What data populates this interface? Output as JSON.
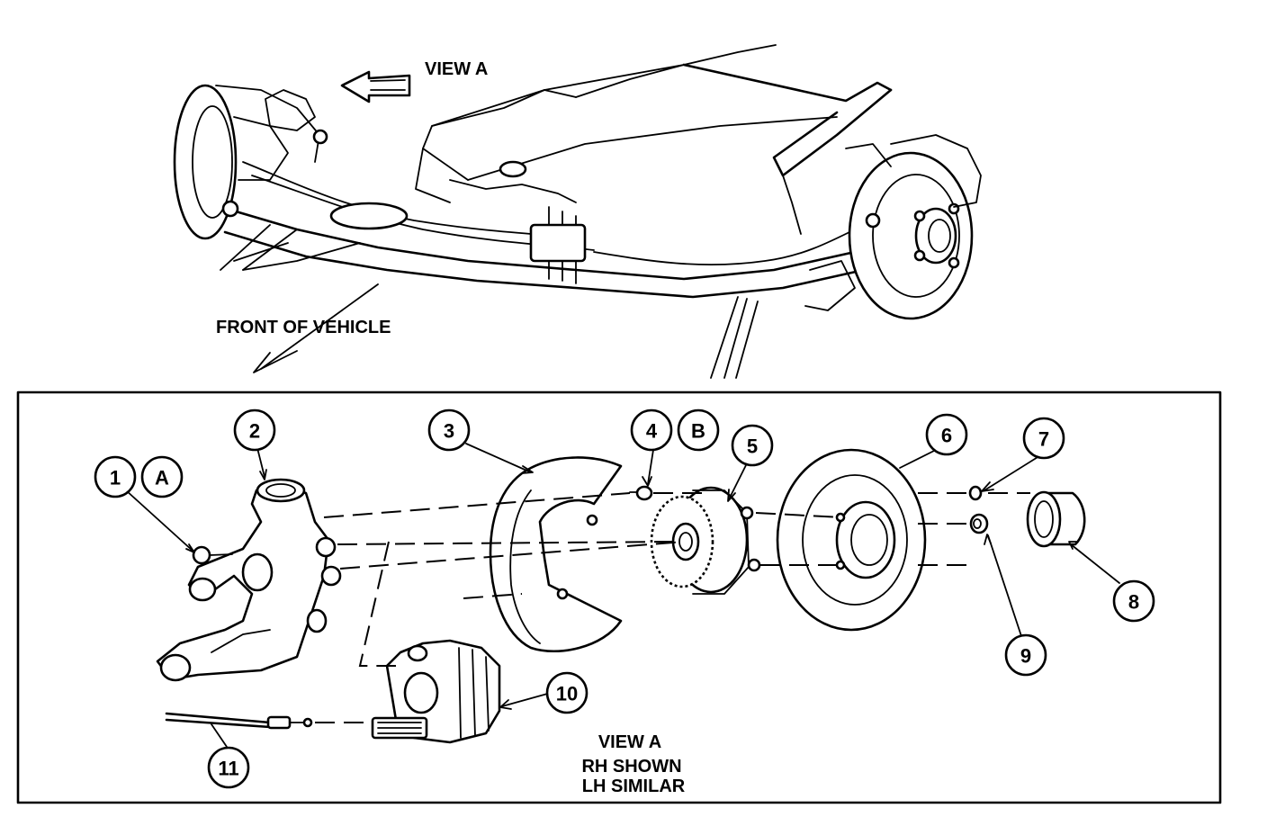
{
  "labels": {
    "view_a_top": "VIEW A",
    "front_of_vehicle": "FRONT OF VEHICLE",
    "view_a_bottom": "VIEW A",
    "rh_shown": "RH SHOWN",
    "lh_similar": "LH SIMILAR"
  },
  "callouts": {
    "c1": "1",
    "c2": "2",
    "c3": "3",
    "c4": "4",
    "c5": "5",
    "c6": "6",
    "c7": "7",
    "c8": "8",
    "c9": "9",
    "c10": "10",
    "c11": "11"
  },
  "letters": {
    "a": "A",
    "b": "B"
  }
}
